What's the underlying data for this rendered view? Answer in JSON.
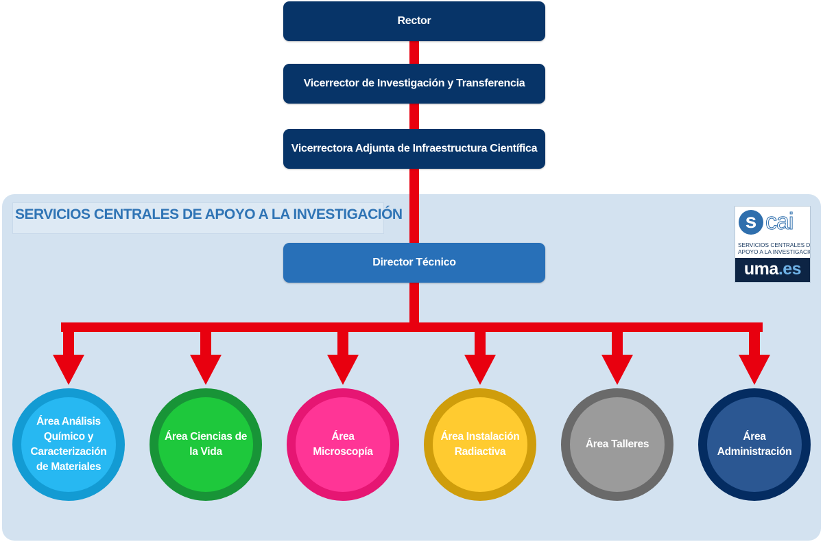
{
  "hierarchy": {
    "rector": "Rector",
    "vicerrector": "Vicerrector de Investigación y Transferencia",
    "vicerrectora_adjunta": "Vicerrectora Adjunta de Infraestructura Científica",
    "director_tecnico": "Director Técnico"
  },
  "section": {
    "title": "SERVICIOS CENTRALES DE APOYO A LA INVESTIGACIÓN"
  },
  "logo": {
    "mark_s": "s",
    "mark_rest": "cai",
    "subtitle_line1": "SERVICIOS CENTRALES DE",
    "subtitle_line2": "APOYO A LA INVESTIGACIÓN",
    "footer_main": "uma",
    "footer_suffix": ".es"
  },
  "areas": [
    {
      "label": "Área Análisis Químico y Caracterización de Materiales",
      "fill": "#27b8f2",
      "ring": "#139bd3"
    },
    {
      "label": "Área Ciencias de la Vida",
      "fill": "#1ec83c",
      "ring": "#189437"
    },
    {
      "label": "Área Microscopía",
      "fill": "#ff3596",
      "ring": "#e61673"
    },
    {
      "label": "Área Instalación Radiactiva",
      "fill": "#ffcb30",
      "ring": "#cf9d0b"
    },
    {
      "label": "Área Talleres",
      "fill": "#9b9b9b",
      "ring": "#6a6a6a"
    },
    {
      "label": "Área Administración",
      "fill": "#2b5792",
      "ring": "#042c61"
    }
  ],
  "colors": {
    "connector": "#e8000f",
    "box_dark": "#073468",
    "box_mid": "#2870b8",
    "panel": "#d3e2f0",
    "section_title": "#2f74b5"
  }
}
